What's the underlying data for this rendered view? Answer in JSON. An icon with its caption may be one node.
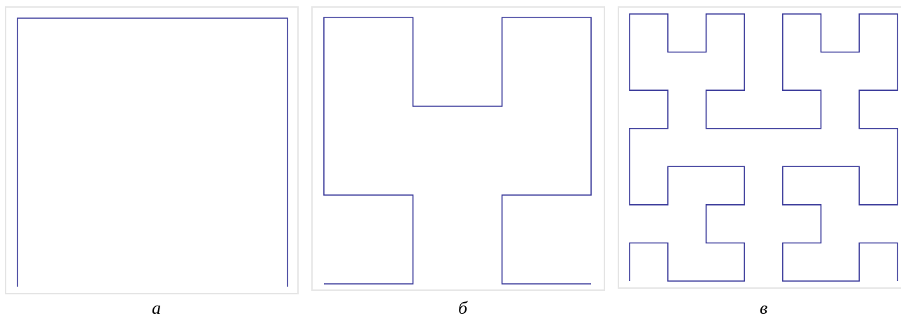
{
  "diagram": {
    "labels": [
      "а",
      "б",
      "в"
    ]
  }
}
